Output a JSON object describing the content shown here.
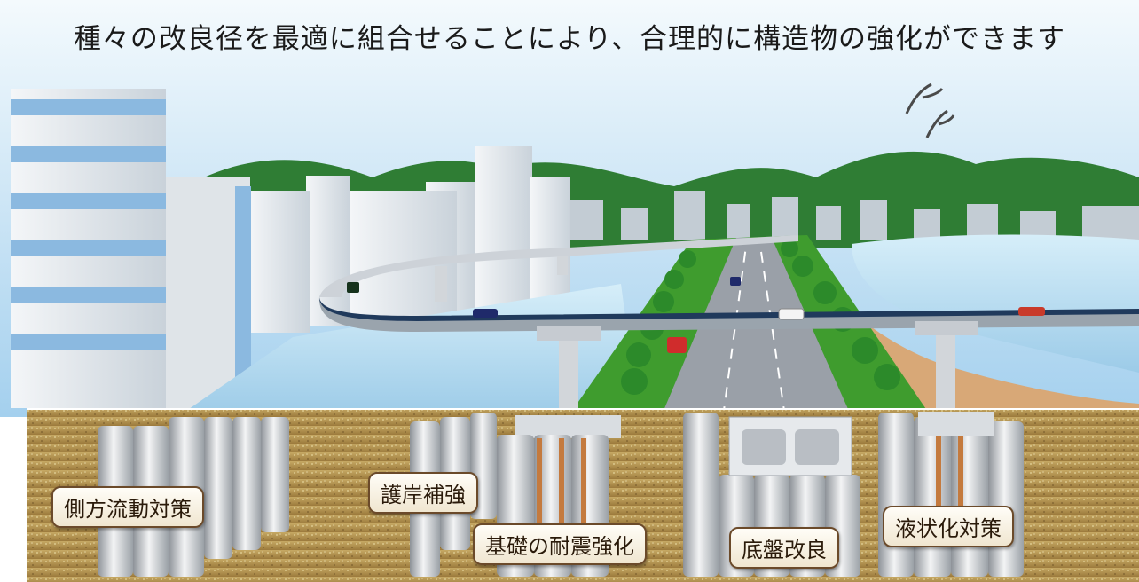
{
  "title": "種々の改良径を最適に組合せることにより、合理的に構造物の強化ができます",
  "labels": {
    "lateral_flow": "側方流動対策",
    "revetment": "護岸補強",
    "foundation": "基礎の耐震強化",
    "bottom": "底盤改良",
    "liquefaction": "液状化対策"
  },
  "colors": {
    "sky_top": "#dfeff8",
    "sky_bottom": "#a9d3ee",
    "ground": "#b8964f",
    "water": "#b3dcf2",
    "grass": "#3f9c2e"
  }
}
